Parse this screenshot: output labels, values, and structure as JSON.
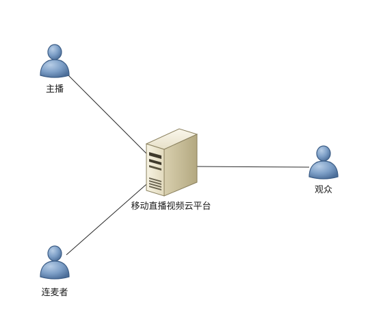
{
  "diagram": {
    "server": {
      "label": "移动直播视频云平台",
      "icon": "server-tower-icon"
    },
    "users": [
      {
        "id": "streamer",
        "label": "主播",
        "icon": "user-icon"
      },
      {
        "id": "co-host",
        "label": "连麦者",
        "icon": "user-icon"
      },
      {
        "id": "viewer",
        "label": "观众",
        "icon": "user-icon"
      }
    ],
    "connections": [
      {
        "from": "streamer",
        "to": "server"
      },
      {
        "from": "co-host",
        "to": "server"
      },
      {
        "from": "server",
        "to": "viewer"
      }
    ],
    "colors": {
      "user_fill": "#7d9fc7",
      "user_stroke": "#3c5d86",
      "server_body": "#ece6cf",
      "server_side": "#c9bf9d",
      "line": "#2a2a2a",
      "background": "#ffffff"
    }
  }
}
